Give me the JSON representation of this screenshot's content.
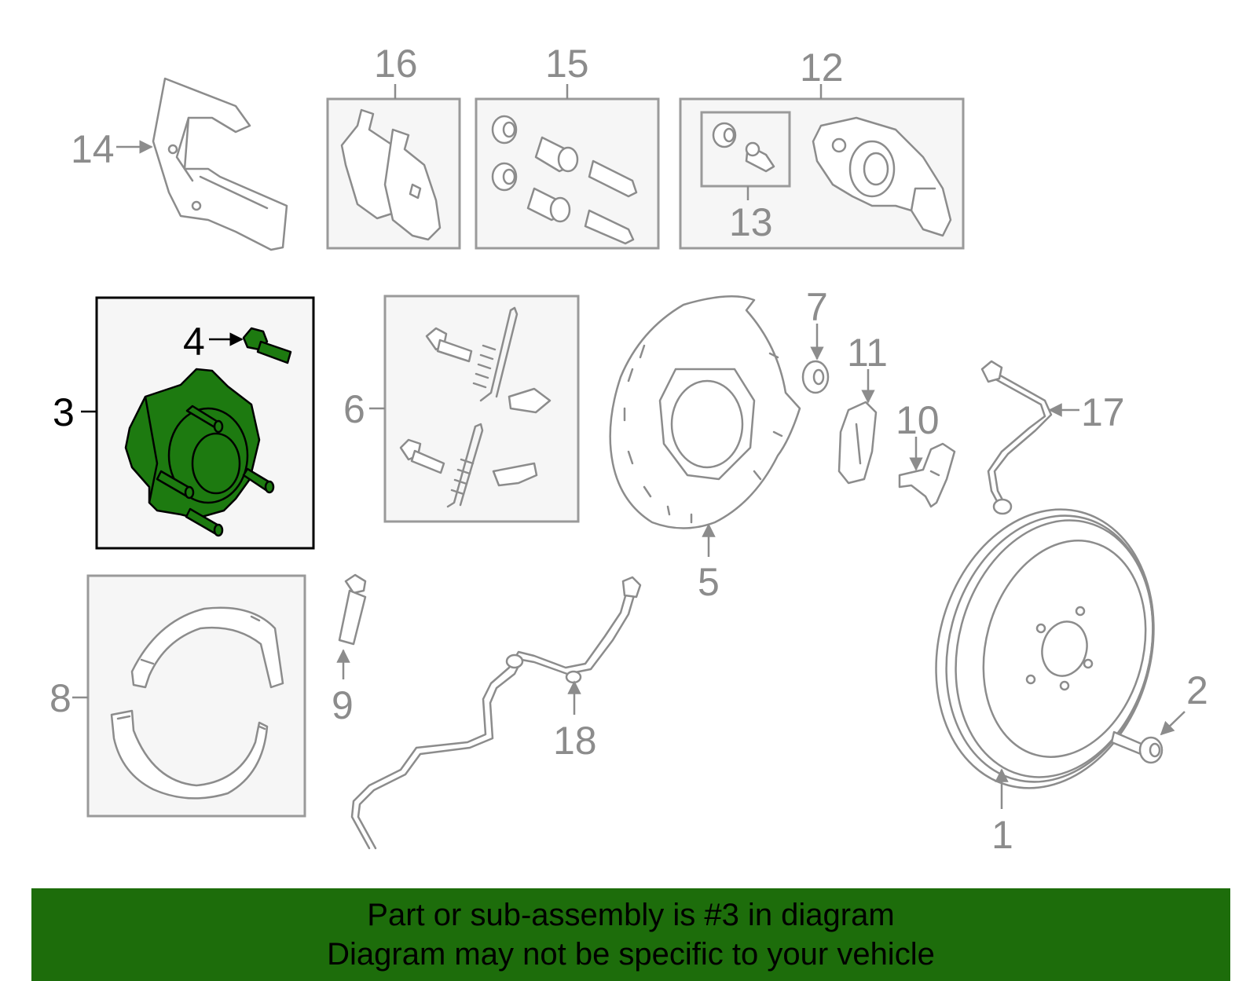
{
  "diagram": {
    "highlight_color": "#1d7a10",
    "part_labels": {
      "p1": "1",
      "p2": "2",
      "p3": "3",
      "p4": "4",
      "p5": "5",
      "p6": "6",
      "p7": "7",
      "p8": "8",
      "p9": "9",
      "p10": "10",
      "p11": "11",
      "p12": "12",
      "p13": "13",
      "p14": "14",
      "p15": "15",
      "p16": "16",
      "p17": "17",
      "p18": "18"
    },
    "highlighted_part": "3"
  },
  "banner": {
    "background": "#1d6d0b",
    "line1": "Part or sub-assembly is #3 in diagram",
    "line2": "Diagram may not be specific to your vehicle"
  }
}
